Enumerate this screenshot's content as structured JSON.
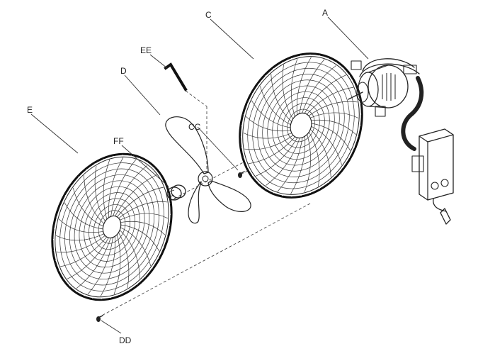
{
  "labels": {
    "a": "A",
    "c": "C",
    "d": "D",
    "e": "E",
    "ee": "EE",
    "ff": "FF",
    "cc": "CC",
    "dd": "DD"
  }
}
